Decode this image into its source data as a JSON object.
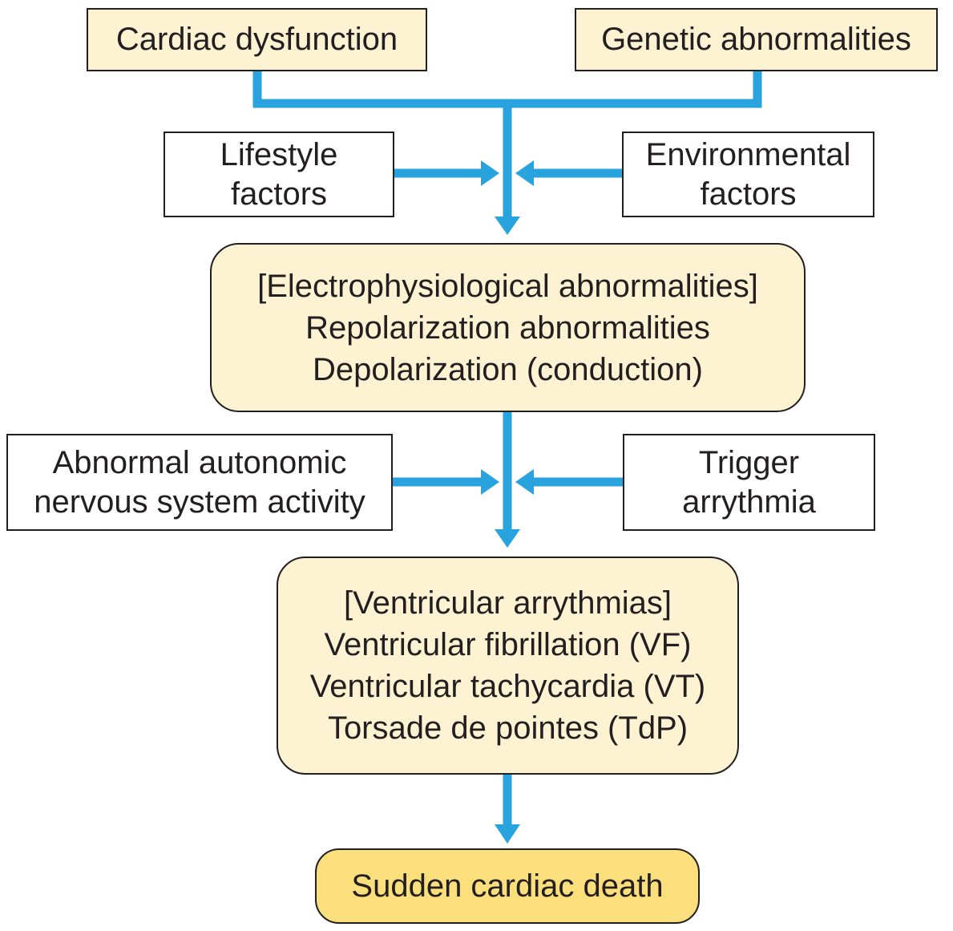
{
  "nodes": {
    "cardiac_dysfunction": "Cardiac dysfunction",
    "genetic_abnormalities": "Genetic abnormalities",
    "lifestyle_factors": [
      "Lifestyle",
      "factors"
    ],
    "environmental_factors": [
      "Environmental",
      "factors"
    ],
    "electrophysiological": [
      "[Electrophysiological abnormalities]",
      "Repolarization abnormalities",
      "Depolarization (conduction)"
    ],
    "autonomic": [
      "Abnormal autonomic",
      "nervous system activity"
    ],
    "trigger": [
      "Trigger",
      "arrythmia"
    ],
    "ventricular": [
      "[Ventricular arrythmias]",
      "Ventricular fibrillation (VF)",
      "Ventricular tachycardia (VT)",
      "Torsade de pointes (TdP)"
    ],
    "sudden_cardiac_death": "Sudden cardiac death"
  },
  "colors": {
    "arrow": "#29a3dd",
    "cream_fill": "#fdf3d3",
    "outcome_fill": "#fbdf7c",
    "border": "#231f20",
    "text": "#231f20"
  }
}
